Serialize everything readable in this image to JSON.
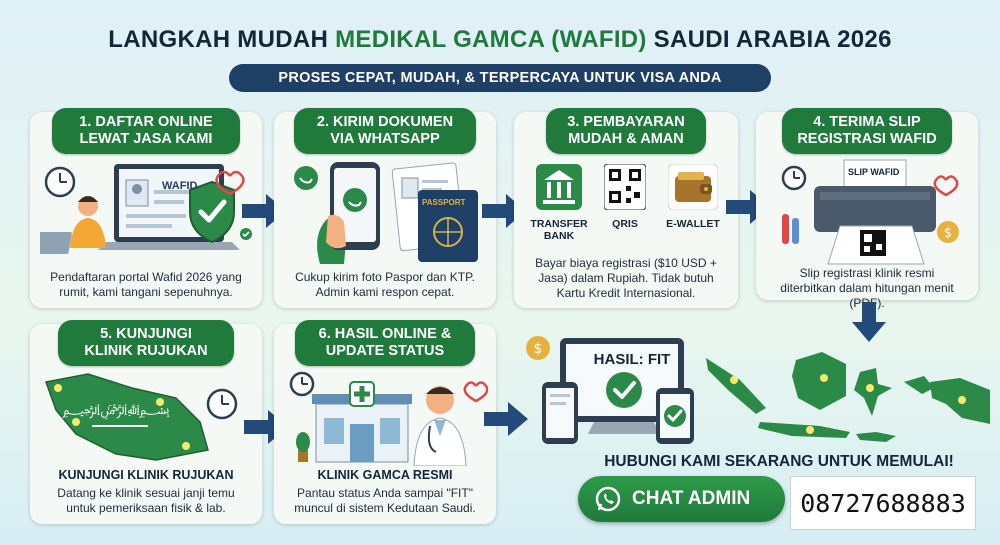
{
  "title": {
    "part1": "LANGKAH MUDAH ",
    "part2": "MEDIKAL GAMCA (WAFID)",
    "part3": " SAUDI ARABIA 2026"
  },
  "subtitle": "PROSES CEPAT, MUDAH, & TERPERCAYA UNTUK VISA ANDA",
  "steps": [
    {
      "heading_line1": "1. DAFTAR ONLINE",
      "heading_line2": "LEWAT JASA KAMI",
      "screen_label": "WAFID",
      "text_line1": "Pendaftaran portal Wafid 2026 yang",
      "text_line2": "rumit, kami tangani sepenuhnya."
    },
    {
      "heading_line1": "2. KIRIM DOKUMEN",
      "heading_line2": "VIA WHATSAPP",
      "passport_label": "PASSPORT",
      "text_line1": "Cukup kirim foto Paspor dan KTP.",
      "text_line2": "Admin kami respon cepat."
    },
    {
      "heading_line1": "3. PEMBAYARAN",
      "heading_line2": "MUDAH & AMAN",
      "pay_methods": [
        {
          "line1": "TRANSFER",
          "line2": "BANK",
          "icon": "bank-icon"
        },
        {
          "line1": "QRIS",
          "line2": "",
          "icon": "qr-icon"
        },
        {
          "line1": "E-WALLET",
          "line2": "",
          "icon": "wallet-icon"
        }
      ],
      "text_line1": "Bayar biaya registrasi ($10 USD +",
      "text_line2": "Jasa) dalam Rupiah. Tidak butuh",
      "text_line3": "Kartu Kredit Internasional."
    },
    {
      "heading_line1": "4. TERIMA SLIP",
      "heading_line2": "REGISTRASI WAFID",
      "slip_label": "SLIP WAFID",
      "text_line1": "Slip registrasi klinik resmi",
      "text_line2": "diterbitkan dalam hitungan menit (PDF)."
    },
    {
      "heading_line1": "5. KUNJUNGI",
      "heading_line2": "KLINIK RUJUKAN",
      "bold": "KUNJUNGI KLINIK RUJUKAN",
      "text_line1": "Datang ke klinik sesuai janji temu",
      "text_line2": "untuk pemeriksaan fisik & lab."
    },
    {
      "heading_line1": "6. HASIL ONLINE &",
      "heading_line2": "UPDATE STATUS",
      "bold": "KLINIK GAMCA RESMI",
      "text_line1": "Pantau status Anda sampai \"FIT\"",
      "text_line2": "muncul di sistem Kedutaan Saudi."
    }
  ],
  "result_label": "HASIL: FIT",
  "cta_text": "HUBUNGI KAMI SEKARANG UNTUK MEMULAI!",
  "chat_button": "CHAT ADMIN",
  "phone": "08727688883",
  "colors": {
    "green": "#1f7a3c",
    "navy": "#1e3f66",
    "arrow": "#234a78"
  }
}
